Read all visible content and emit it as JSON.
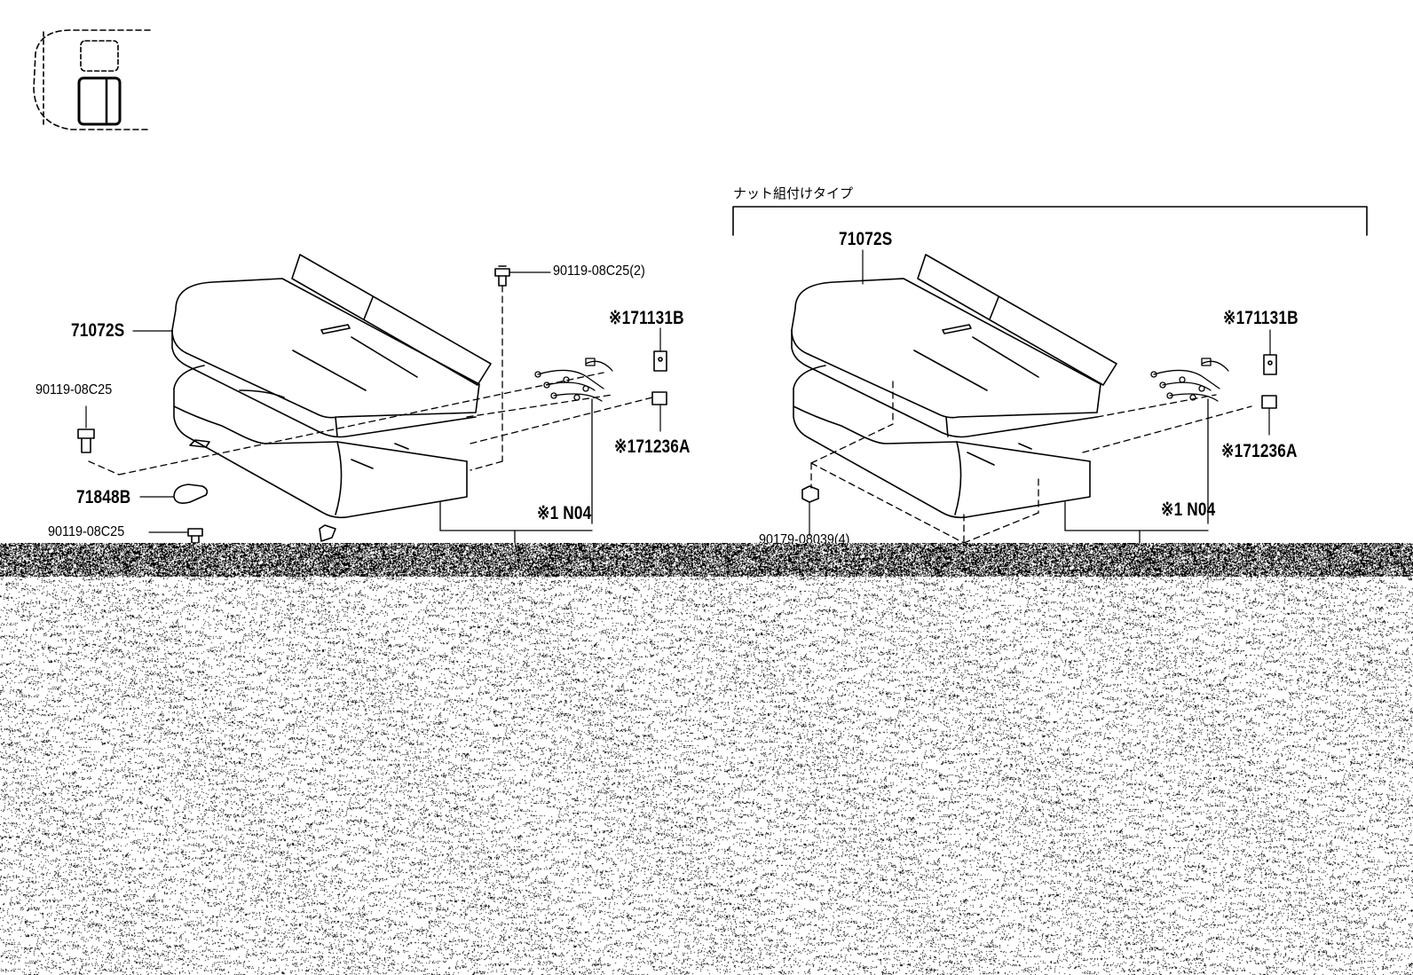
{
  "header": {
    "variant_label": "ナット組付けタイプ"
  },
  "left_assembly": {
    "callouts": [
      {
        "id": "l-71072s",
        "text": "71072S"
      },
      {
        "id": "l-90119-08c25-2",
        "text": "90119-08C25(2)"
      },
      {
        "id": "l-71131b",
        "text": "※171131B"
      },
      {
        "id": "l-90119-08c25-a",
        "text": "90119-08C25"
      },
      {
        "id": "l-71236a",
        "text": "※171236A"
      },
      {
        "id": "l-71848b",
        "text": "71848B"
      },
      {
        "id": "l-n04",
        "text": "※1 N04"
      },
      {
        "id": "l-90119-08c25-b",
        "text": "90119-08C25"
      }
    ]
  },
  "right_assembly": {
    "callouts": [
      {
        "id": "r-71072s",
        "text": "71072S"
      },
      {
        "id": "r-71131b",
        "text": "※171131B"
      },
      {
        "id": "r-71236a",
        "text": "※171236A"
      },
      {
        "id": "r-n04",
        "text": "※1 N04"
      },
      {
        "id": "r-90179-08039-4",
        "text": "90179-08039(4)"
      }
    ]
  }
}
